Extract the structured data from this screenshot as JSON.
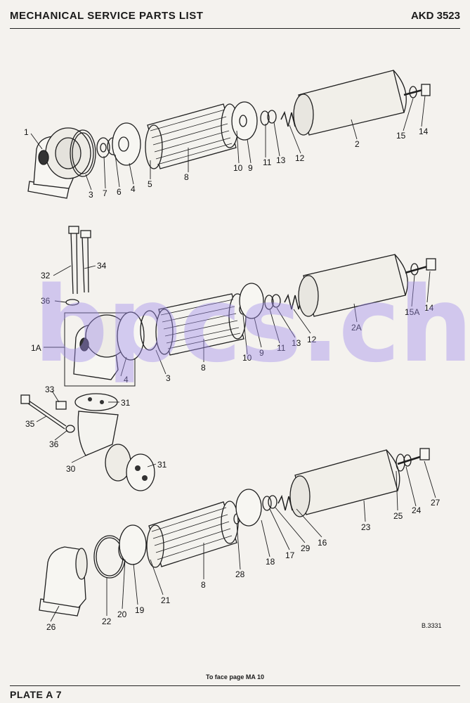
{
  "header": {
    "title": "MECHANICAL SERVICE PARTS LIST",
    "code": "AKD 3523"
  },
  "footer": {
    "face_page": "To face page MA 10",
    "plate": "PLATE A 7"
  },
  "watermark": "bpcs.ch",
  "drawing_ref": "B.3331",
  "assembly_top": {
    "labels": [
      "1",
      "3",
      "7",
      "6",
      "4",
      "5",
      "8",
      "10",
      "9",
      "11",
      "13",
      "12",
      "2",
      "15",
      "14"
    ]
  },
  "assembly_middle": {
    "labels": [
      "32",
      "34",
      "36",
      "1A",
      "4",
      "3",
      "8",
      "10",
      "9",
      "11",
      "13",
      "12",
      "2A",
      "15A",
      "14"
    ]
  },
  "elbow_parts": {
    "labels": [
      "33",
      "35",
      "36",
      "31",
      "30",
      "31"
    ]
  },
  "assembly_bottom": {
    "labels": [
      "26",
      "22",
      "20",
      "19",
      "21",
      "8",
      "28",
      "18",
      "17",
      "29",
      "16",
      "23",
      "25",
      "24",
      "27"
    ]
  }
}
